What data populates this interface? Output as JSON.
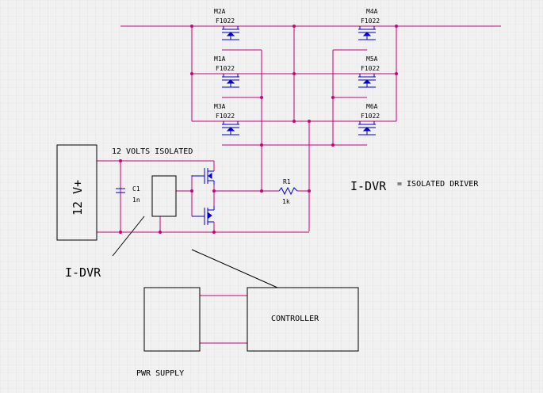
{
  "labels": {
    "supply_voltage": "12 V+",
    "isolated_note": "12 VOLTS ISOLATED",
    "driver_legend": "I-DVR",
    "driver_legend_desc": "= ISOLATED DRIVER",
    "driver_callout": "I-DVR",
    "controller": "CONTROLLER",
    "power_supply": "PWR SUPPLY"
  },
  "components": {
    "capacitor": {
      "ref": "C1",
      "value": "1n"
    },
    "resistor": {
      "ref": "R1",
      "value": "1k"
    }
  },
  "mosfets": [
    {
      "ref": "M2A",
      "part": "F1022"
    },
    {
      "ref": "M1A",
      "part": "F1022"
    },
    {
      "ref": "M3A",
      "part": "F1022"
    },
    {
      "ref": "M4A",
      "part": "F1022"
    },
    {
      "ref": "M5A",
      "part": "F1022"
    },
    {
      "ref": "M6A",
      "part": "F1022"
    }
  ],
  "colors": {
    "background": "#f1f1f1",
    "grid": "#dcdcdc",
    "wire": "#cc0077",
    "component": "#0000cc",
    "outline": "#000000"
  }
}
